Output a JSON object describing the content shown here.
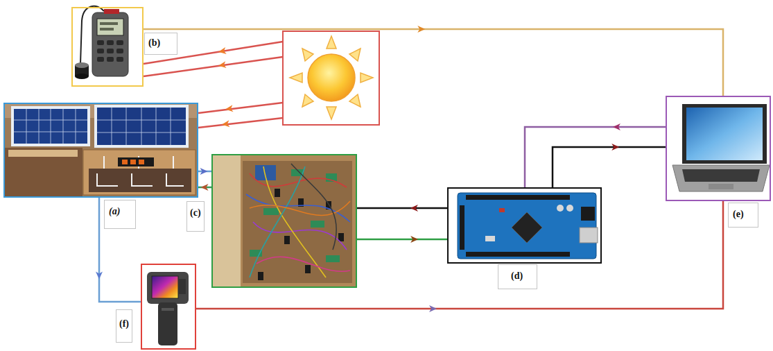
{
  "diagram": {
    "nodes": [
      {
        "text": [
          "(b)"
        ]
      },
      {
        "text": [
          "(a)"
        ]
      },
      {
        "text": [
          "(c)"
        ]
      },
      {
        "text": [
          "(d)"
        ]
      },
      {
        "text": [
          "(e)"
        ]
      },
      {
        "text": [
          "(f)"
        ]
      }
    ],
    "edges": [
      {
        "from": 0,
        "to": 4,
        "arrow": "to"
      },
      {
        "from": 1,
        "to": 2,
        "arrow": "to"
      },
      {
        "from": 2,
        "to": 1,
        "arrow": "to"
      },
      {
        "from": 3,
        "to": 2,
        "arrow": "to"
      },
      {
        "from": 2,
        "to": 3,
        "arrow": "to"
      },
      {
        "from": 4,
        "to": 3,
        "arrow": "to"
      },
      {
        "from": 3,
        "to": 4,
        "arrow": "to"
      },
      {
        "from": 1,
        "to": 5,
        "arrow": "to"
      },
      {
        "from": 5,
        "to": 4,
        "arrow": "to"
      }
    ]
  }
}
